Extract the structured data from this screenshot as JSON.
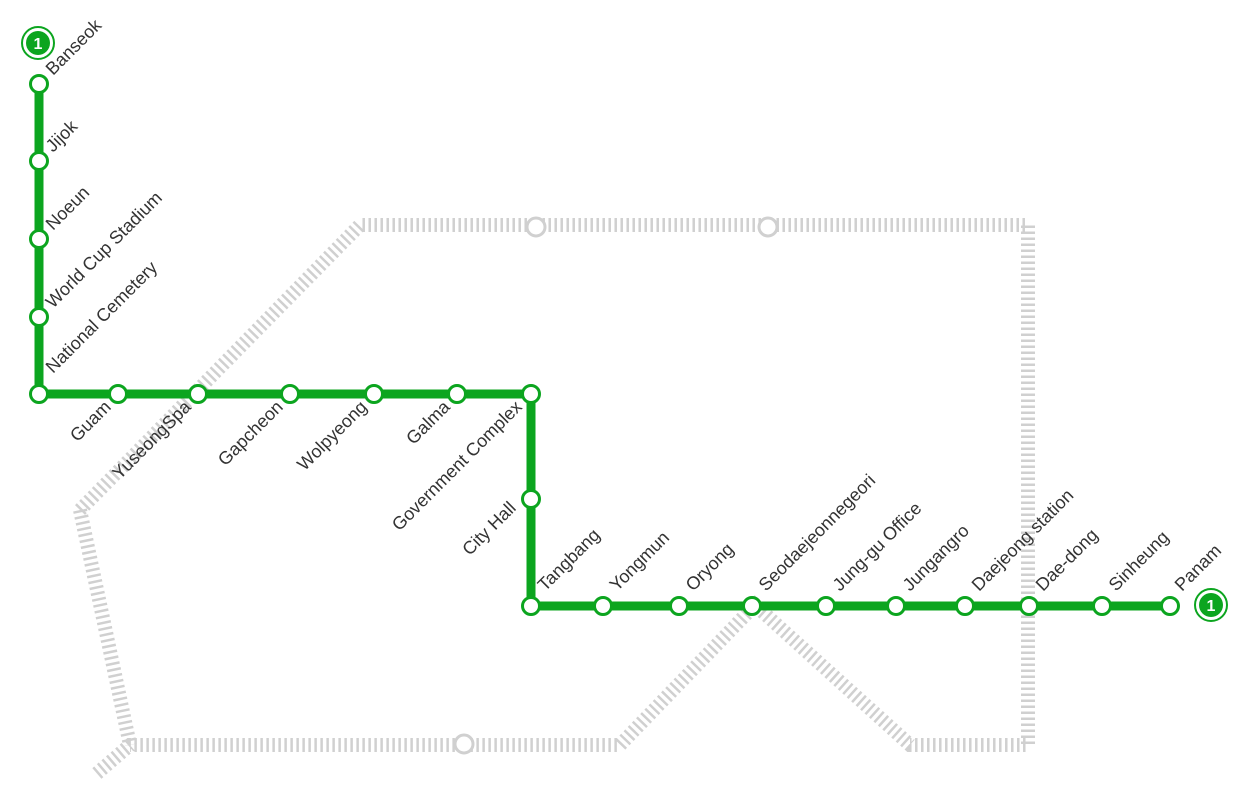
{
  "line": {
    "number": "1",
    "color": "#0ca51f",
    "ghost_color": "#d0d0d0",
    "stations": [
      {
        "id": "banseok",
        "name": "Banseok"
      },
      {
        "id": "jijok",
        "name": "Jijok"
      },
      {
        "id": "noeun",
        "name": "Noeun"
      },
      {
        "id": "world-cup-stadium",
        "name": "World Cup Stadium"
      },
      {
        "id": "national-cemetery",
        "name": "National Cemetery"
      },
      {
        "id": "guam",
        "name": "Guam"
      },
      {
        "id": "yuseongspa",
        "name": "YuseongSpa"
      },
      {
        "id": "gapcheon",
        "name": "Gapcheon"
      },
      {
        "id": "wolpyeong",
        "name": "Wolpyeong"
      },
      {
        "id": "galma",
        "name": "Galma"
      },
      {
        "id": "government-complex",
        "name": "Government Complex"
      },
      {
        "id": "city-hall",
        "name": "City Hall"
      },
      {
        "id": "tangbang",
        "name": "Tangbang"
      },
      {
        "id": "yongmun",
        "name": "Yongmun"
      },
      {
        "id": "oryong",
        "name": "Oryong"
      },
      {
        "id": "seodaejeonnegeori",
        "name": "Seodaejeonnegeori"
      },
      {
        "id": "jung-gu-office",
        "name": "Jung-gu Office"
      },
      {
        "id": "jungangro",
        "name": "Jungangro"
      },
      {
        "id": "daejeong-station",
        "name": "Daejeong station"
      },
      {
        "id": "dae-dong",
        "name": "Dae-dong"
      },
      {
        "id": "sinheung",
        "name": "Sinheung"
      },
      {
        "id": "panam",
        "name": "Panam"
      }
    ]
  }
}
